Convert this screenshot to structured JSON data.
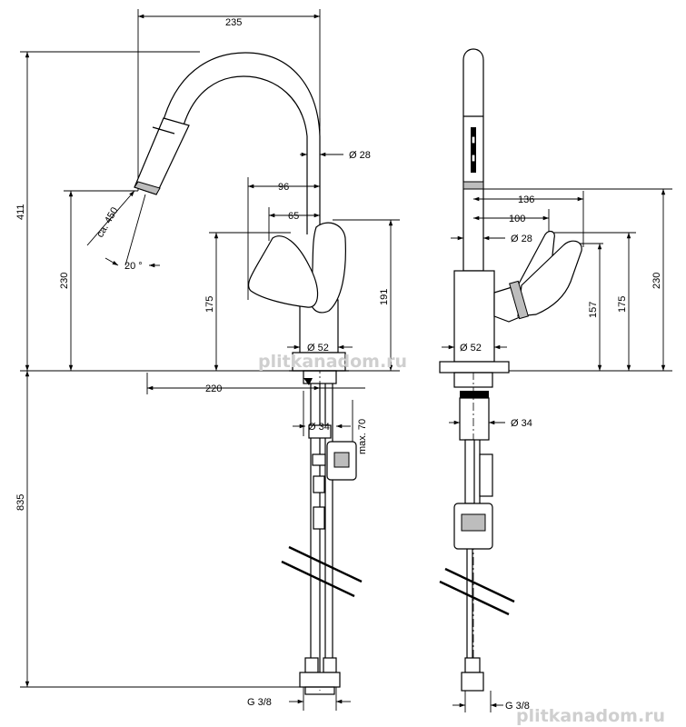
{
  "left_view": {
    "dim_235": "235",
    "dim_28": "Ø 28",
    "dim_96": "96",
    "dim_65": "65",
    "dim_ca450": "ca. 450",
    "dim_20deg": "20 °",
    "dim_230": "230",
    "dim_175": "175",
    "dim_191": "191",
    "dim_52": "Ø 52",
    "dim_220": "220",
    "dim_34": "Ø 34",
    "dim_max70": "max. 70",
    "dim_411": "411",
    "dim_835": "835",
    "dim_g38": "G 3/8"
  },
  "right_view": {
    "dim_136": "136",
    "dim_100": "100",
    "dim_28": "Ø 28",
    "dim_230": "230",
    "dim_157": "157",
    "dim_175": "175",
    "dim_52": "Ø 52",
    "dim_34": "Ø 34",
    "dim_g38": "G 3/8"
  },
  "watermarks": {
    "center": "plitkanadom.ru",
    "bottom_right": "plitkanadom.ru"
  }
}
